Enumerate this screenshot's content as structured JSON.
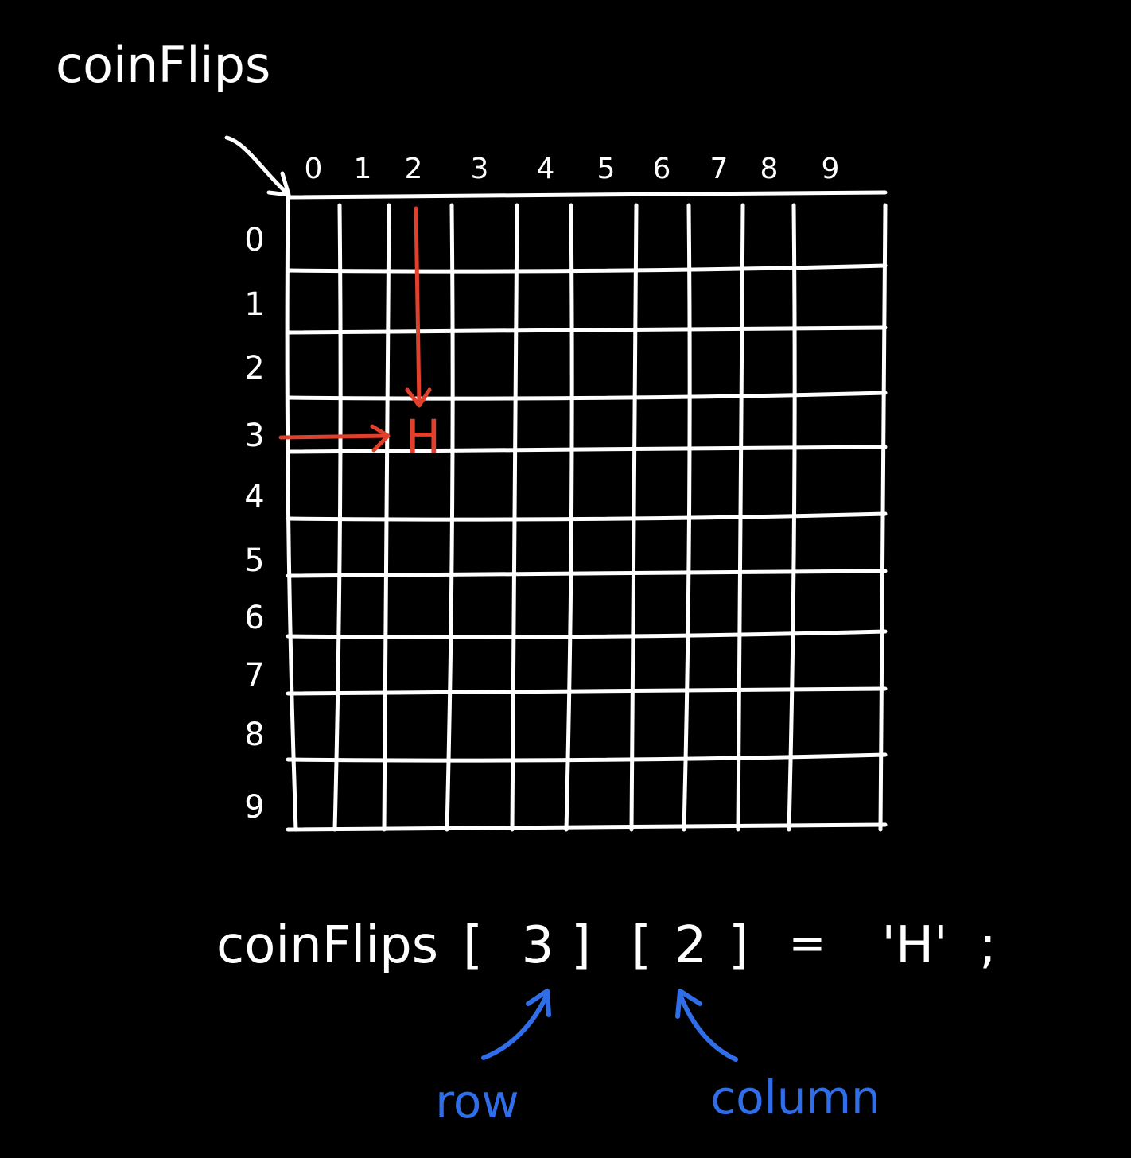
{
  "array_name": "coinFlips",
  "column_indices": [
    "0",
    "1",
    "2",
    "3",
    "4",
    "5",
    "6",
    "7",
    "8",
    "9"
  ],
  "row_indices": [
    "0",
    "1",
    "2",
    "3",
    "4",
    "5",
    "6",
    "7",
    "8",
    "9"
  ],
  "highlighted_cell": {
    "row": 3,
    "column": 2,
    "value": "H"
  },
  "statement": {
    "name": "coinFlips",
    "row_index": "3",
    "column_index": "2",
    "assign": "=",
    "value": "'H'",
    "terminator": ";"
  },
  "annotations": {
    "row": "row",
    "column": "column"
  },
  "colors": {
    "background": "#000000",
    "ink": "#ffffff",
    "highlight": "#e0402c",
    "annotation": "#2f6ee8"
  }
}
